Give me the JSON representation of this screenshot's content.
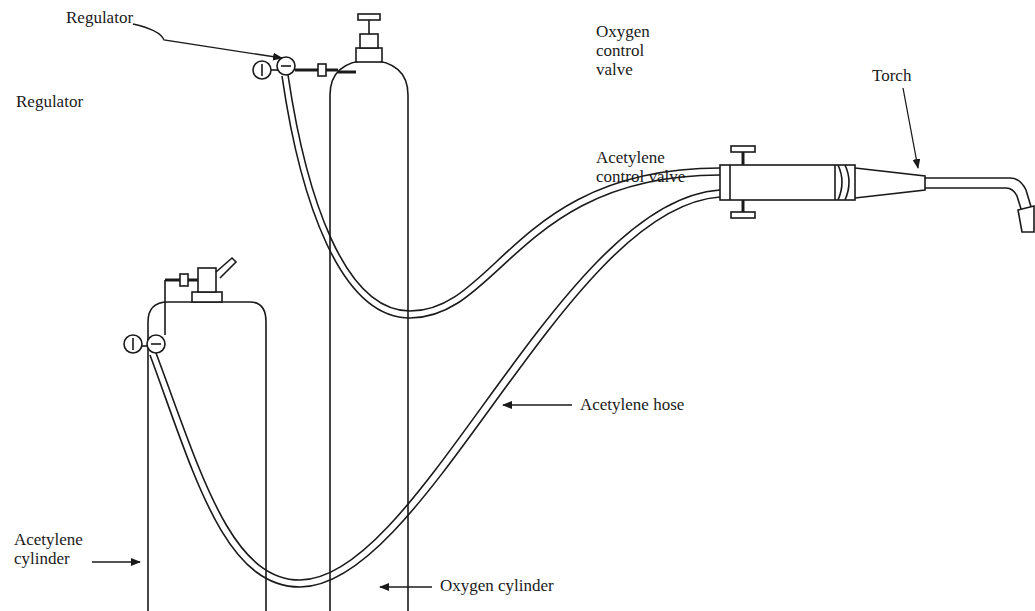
{
  "diagram": {
    "labels": [
      "Regulator",
      "Regulator",
      "Oxygen control valve",
      "Torch",
      "Acetylene control valve",
      "Acetylene hose",
      "Acetylene cylinder",
      "Oxygen cylinder"
    ]
  }
}
